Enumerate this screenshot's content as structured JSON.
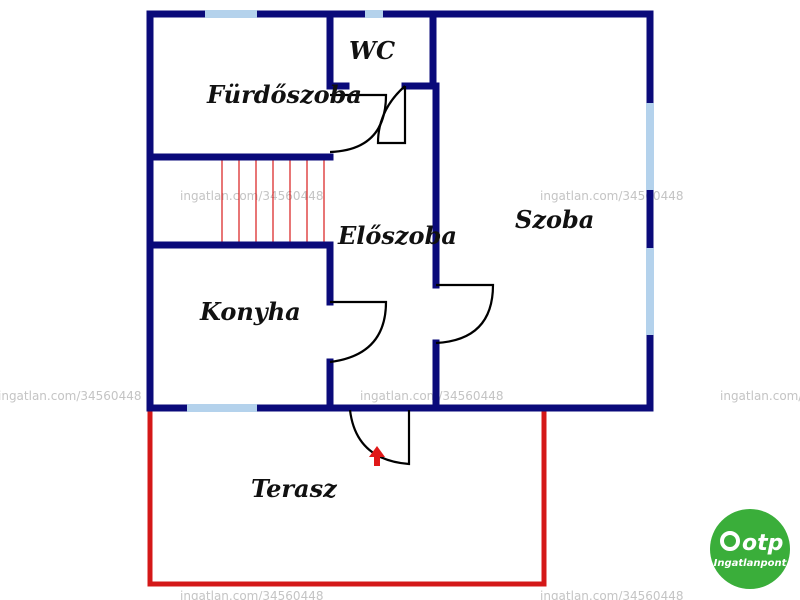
{
  "rooms": {
    "wc": "WC",
    "bathroom": "Fürdőszoba",
    "hall": "Előszoba",
    "living": "Szoba",
    "kitchen": "Konyha",
    "terrace": "Terasz"
  },
  "watermark": "ingatlan.com/34560448",
  "logo": {
    "brand": "otp",
    "subtitle": "Ingatlanpont"
  },
  "colors": {
    "wall": "#0a0a7a",
    "window": "#b4d2ec",
    "terrace": "#d41818",
    "stairs": "#d81a1a",
    "door": "#000000",
    "logo": "#3aae3a"
  }
}
